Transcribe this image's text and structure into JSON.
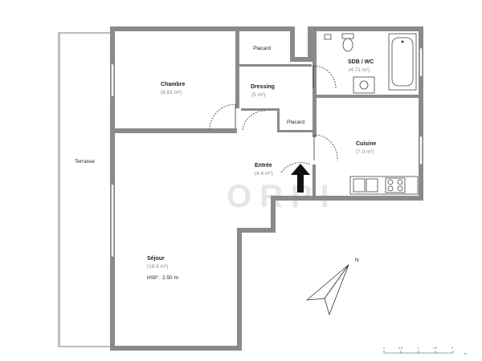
{
  "plan": {
    "rooms": {
      "chambre": {
        "name": "Chambre",
        "area": "(8.81 m²)"
      },
      "dressing": {
        "name": "Dressing",
        "area": "(5 m²)"
      },
      "sdb": {
        "name": "SDB / WC",
        "area": "(4.71 m²)"
      },
      "cuisine": {
        "name": "Cuisine",
        "area": "(7.3 m²)"
      },
      "entree": {
        "name": "Entrée",
        "area": "(4.6 m²)"
      },
      "sejour": {
        "name": "Séjour",
        "area": "(18.6 m²)",
        "hsp_label": "HSP :",
        "hsp_value": "2.50 m"
      },
      "placard_top": {
        "name": "Placard"
      },
      "placard_mid": {
        "name": "Placard"
      },
      "terrasse": {
        "name": "Terrasse"
      }
    },
    "compass": {
      "label": "N"
    },
    "scale": {
      "ticks": [
        "0",
        "0.5",
        "1",
        "1.5",
        "2",
        "m"
      ]
    },
    "watermark": "ORPI",
    "colors": {
      "wall": "#8a8a8a",
      "terrace_wall": "#bdbdbd"
    }
  }
}
